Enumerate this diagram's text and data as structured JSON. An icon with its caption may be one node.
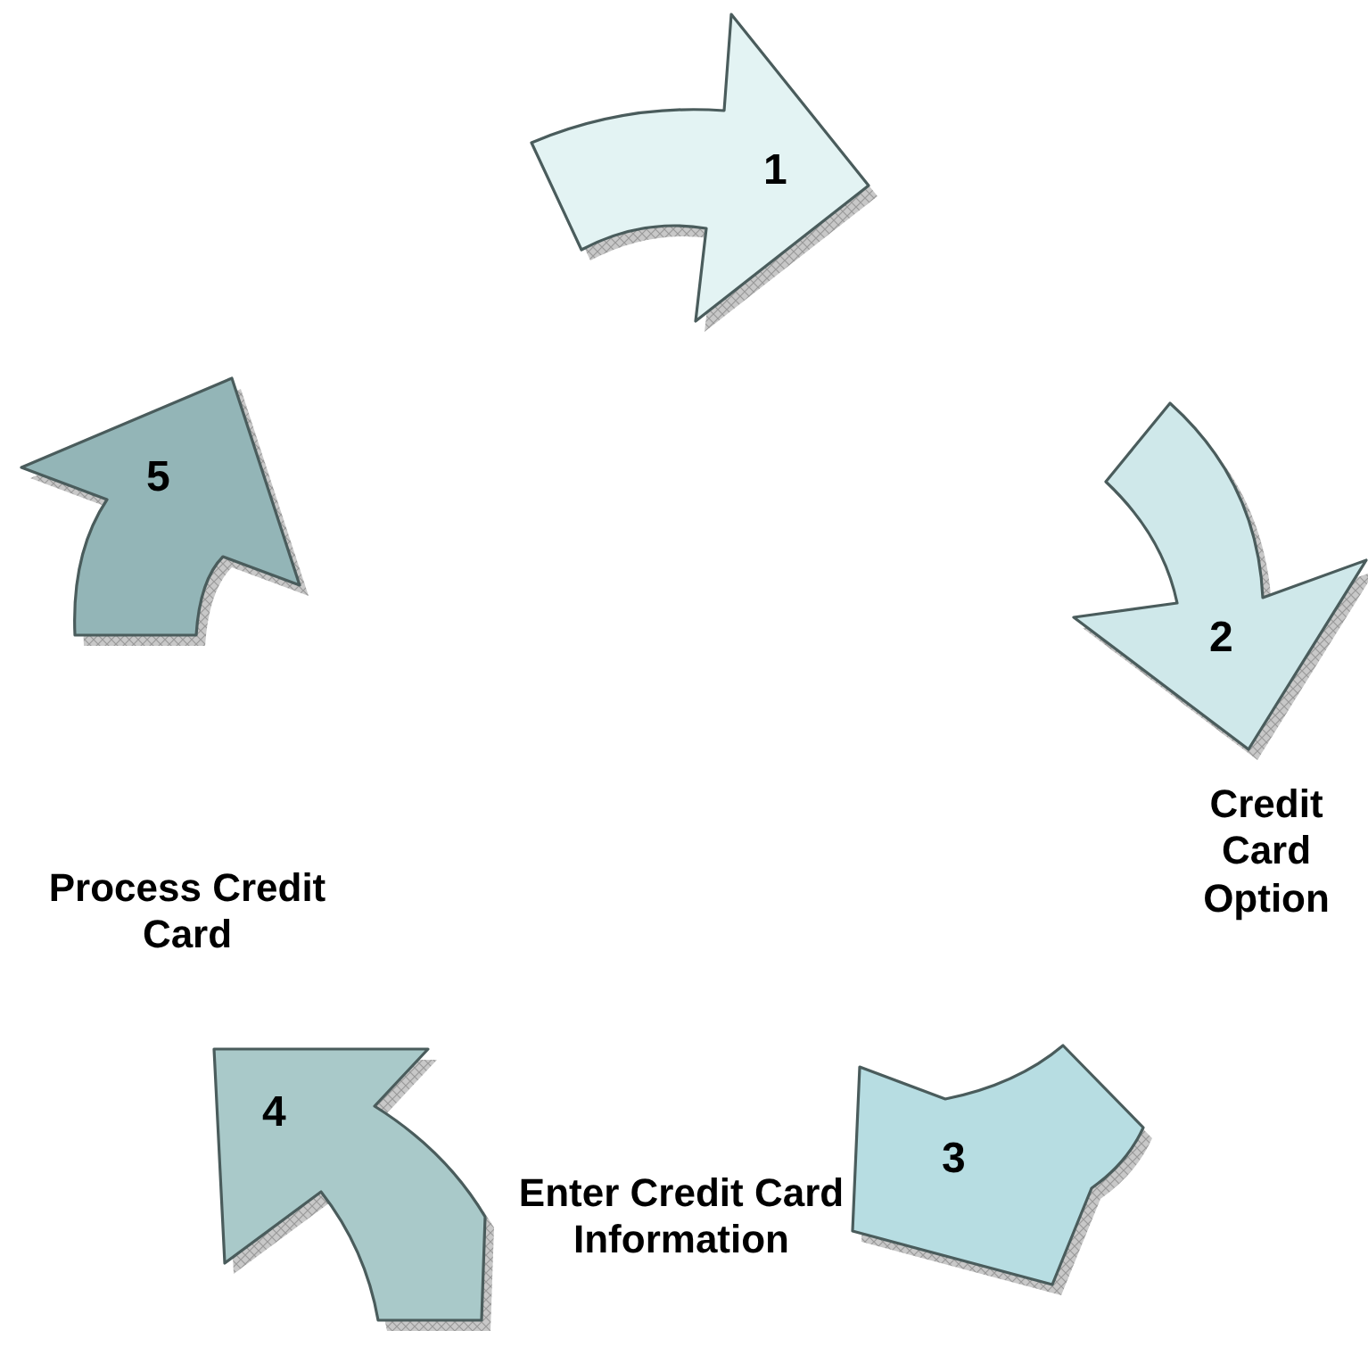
{
  "diagram": {
    "nodes": [
      {
        "text": [
          "1"
        ]
      },
      {
        "text": [
          "2"
        ],
        "beside": [
          "Credit Card Option"
        ]
      },
      {
        "text": [
          "3"
        ],
        "beside": [
          "Enter Credit Card Information"
        ]
      },
      {
        "text": [
          "4"
        ],
        "beside": [
          "Process Credit Card"
        ]
      },
      {
        "text": [
          "5"
        ]
      }
    ]
  }
}
